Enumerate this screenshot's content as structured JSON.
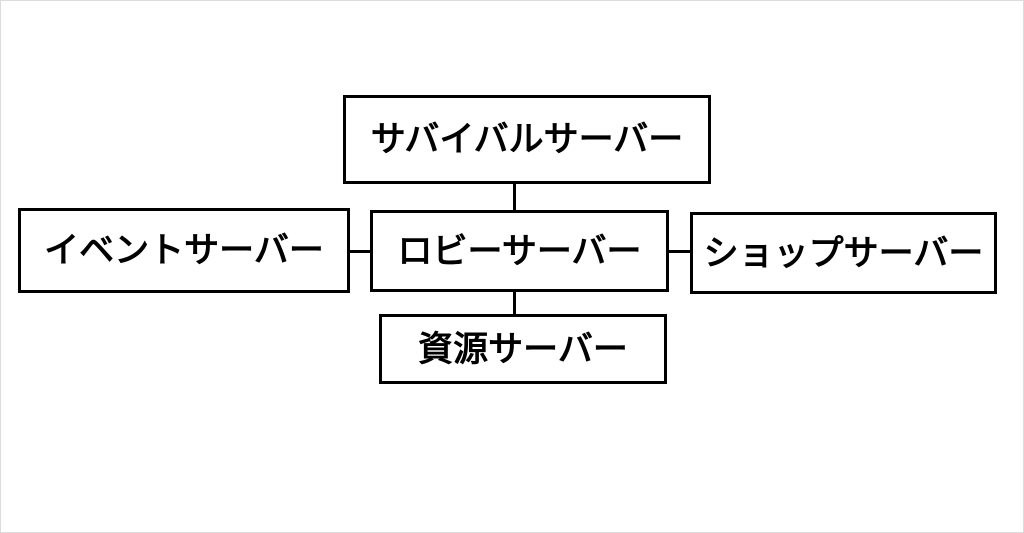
{
  "diagram": {
    "nodes": {
      "survival": {
        "label": "サバイバルサーバー"
      },
      "event": {
        "label": "イベントサーバー"
      },
      "lobby": {
        "label": "ロビーサーバー"
      },
      "shop": {
        "label": "ショップサーバー"
      },
      "resource": {
        "label": "資源サーバー"
      }
    },
    "edges": [
      {
        "from": "lobby",
        "to": "survival"
      },
      {
        "from": "lobby",
        "to": "event"
      },
      {
        "from": "lobby",
        "to": "shop"
      },
      {
        "from": "lobby",
        "to": "resource"
      }
    ],
    "colors": {
      "border": "#000000",
      "background": "#ffffff",
      "text": "#000000"
    }
  }
}
